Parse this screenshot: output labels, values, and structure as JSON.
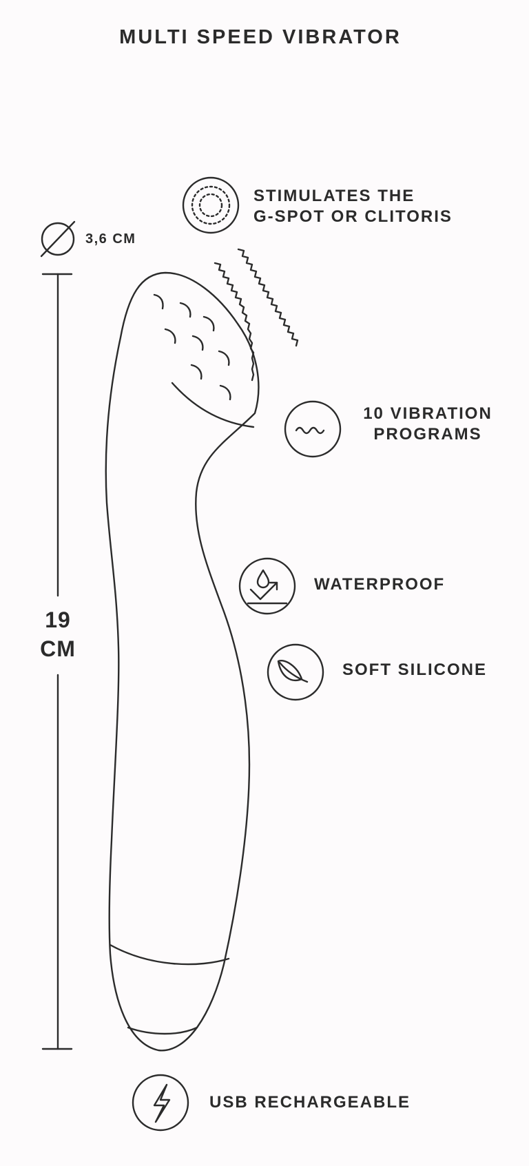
{
  "title": "MULTI SPEED VIBRATOR",
  "dimensions": {
    "diameter": "3,6 CM",
    "length_value": "19",
    "length_unit": "CM"
  },
  "features": {
    "stimulates": {
      "line1": "STIMULATES THE",
      "line2": "G-SPOT OR CLITORIS",
      "icon": "concentric-circles-icon"
    },
    "vibration": {
      "line1": "10 VIBRATION",
      "line2": "PROGRAMS",
      "icon": "wave-icon"
    },
    "waterproof": {
      "label": "WATERPROOF",
      "icon": "water-drop-icon"
    },
    "silicone": {
      "label": "SOFT SILICONE",
      "icon": "feather-leaf-icon"
    },
    "usb": {
      "label": "USB RECHARGEABLE",
      "icon": "lightning-bolt-icon"
    }
  },
  "colors": {
    "line": "#2b2b2b",
    "background": "#fdfbfc"
  }
}
